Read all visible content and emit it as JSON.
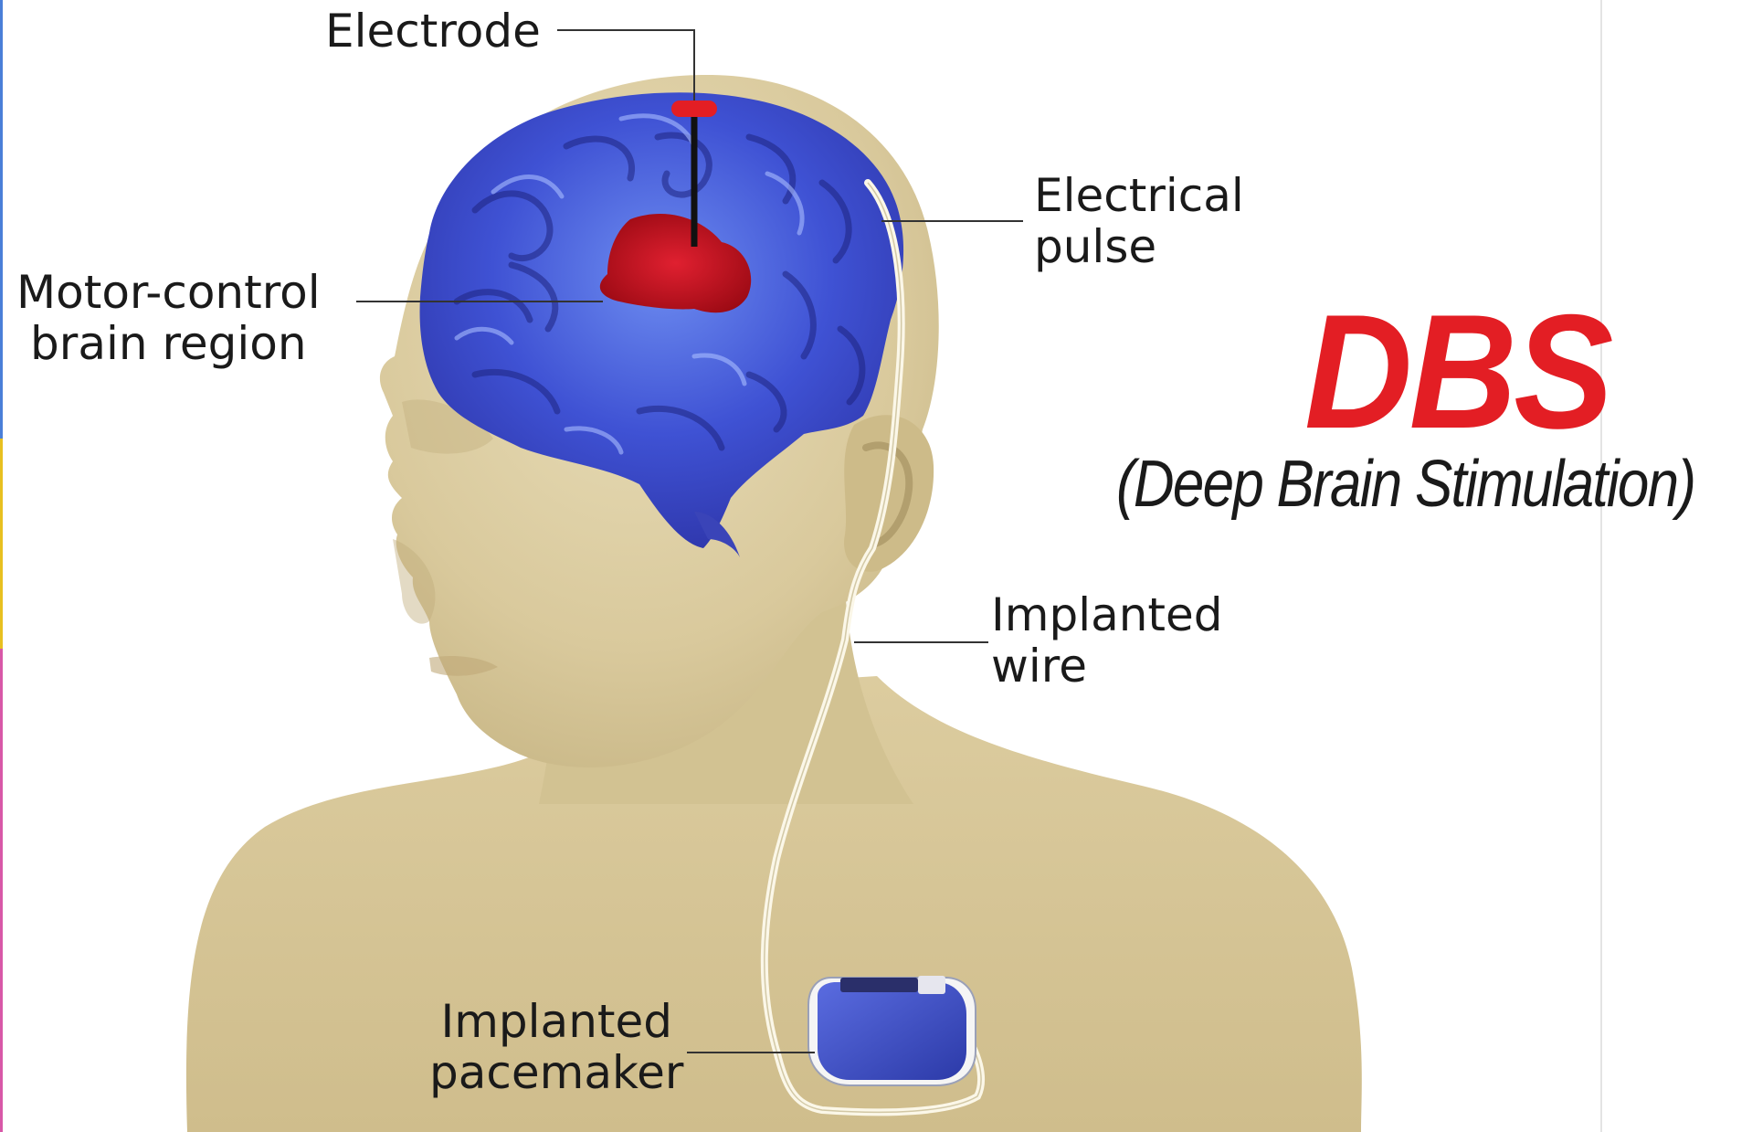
{
  "labels": {
    "electrode": "Electrode",
    "electrical_pulse": [
      "Electrical",
      "pulse"
    ],
    "motor_control": [
      "Motor-control",
      "brain region"
    ],
    "implanted_wire": [
      "Implanted",
      "wire"
    ],
    "implanted_pacemaker": [
      "Implanted",
      "pacemaker"
    ]
  },
  "title": {
    "main": "DBS",
    "subtitle": "(Deep Brain Stimulation)"
  },
  "colors": {
    "title_red": "#e31e24",
    "brain_blue": "#3b4fd0",
    "motor_region_red": "#c0101c",
    "skin": "#dcceA4",
    "pacemaker_blue": "#3a4bc4",
    "wire": "#fbf7e8"
  },
  "icons": [
    "brain-icon",
    "electrode-icon",
    "pacemaker-icon"
  ]
}
